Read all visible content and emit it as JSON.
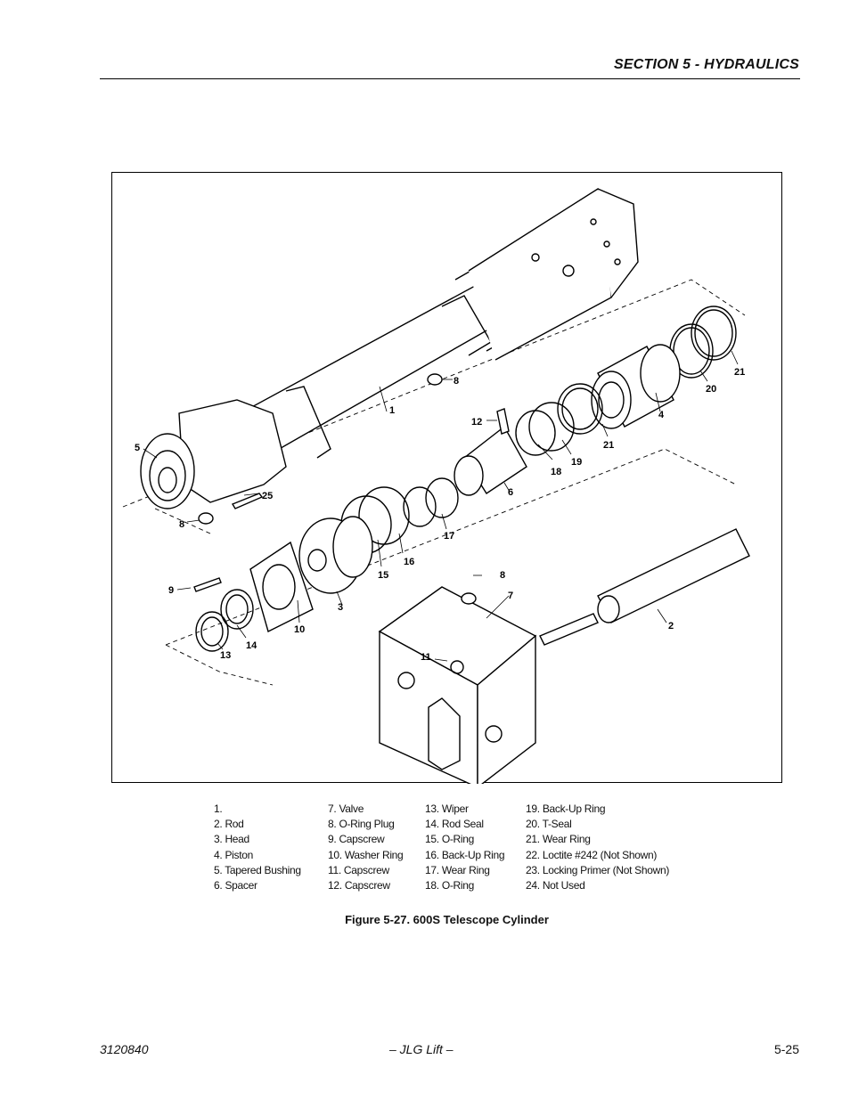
{
  "header": {
    "section_title": "SECTION 5 - HYDRAULICS"
  },
  "figure": {
    "callouts": [
      "1",
      "2",
      "3",
      "4",
      "5",
      "6",
      "7",
      "8",
      "8",
      "8",
      "9",
      "10",
      "11",
      "12",
      "13",
      "14",
      "15",
      "16",
      "17",
      "18",
      "19",
      "20",
      "21",
      "21",
      "25"
    ]
  },
  "legend": {
    "columns": [
      [
        "1.",
        "2.   Rod",
        "3.   Head",
        "4.    Piston",
        "5.   Tapered Bushing",
        "6.   Spacer"
      ],
      [
        "7.   Valve",
        "8.   O-Ring Plug",
        "9.   Capscrew",
        "10. Washer Ring",
        "11.  Capscrew",
        "12. Capscrew"
      ],
      [
        "13. Wiper",
        "14. Rod Seal",
        "15. O-Ring",
        "16. Back-Up Ring",
        "17.  Wear Ring",
        "18. O-Ring"
      ],
      [
        "19. Back-Up Ring",
        "20. T-Seal",
        "21. Wear Ring",
        "22. Loctite #242 (Not Shown)",
        "23. Locking Primer (Not Shown)",
        "24. Not Used"
      ]
    ]
  },
  "caption": "Figure 5-27.   600S Telescope Cylinder",
  "footer": {
    "doc_number": "3120840",
    "center": "– JLG Lift –",
    "page": "5-25"
  }
}
